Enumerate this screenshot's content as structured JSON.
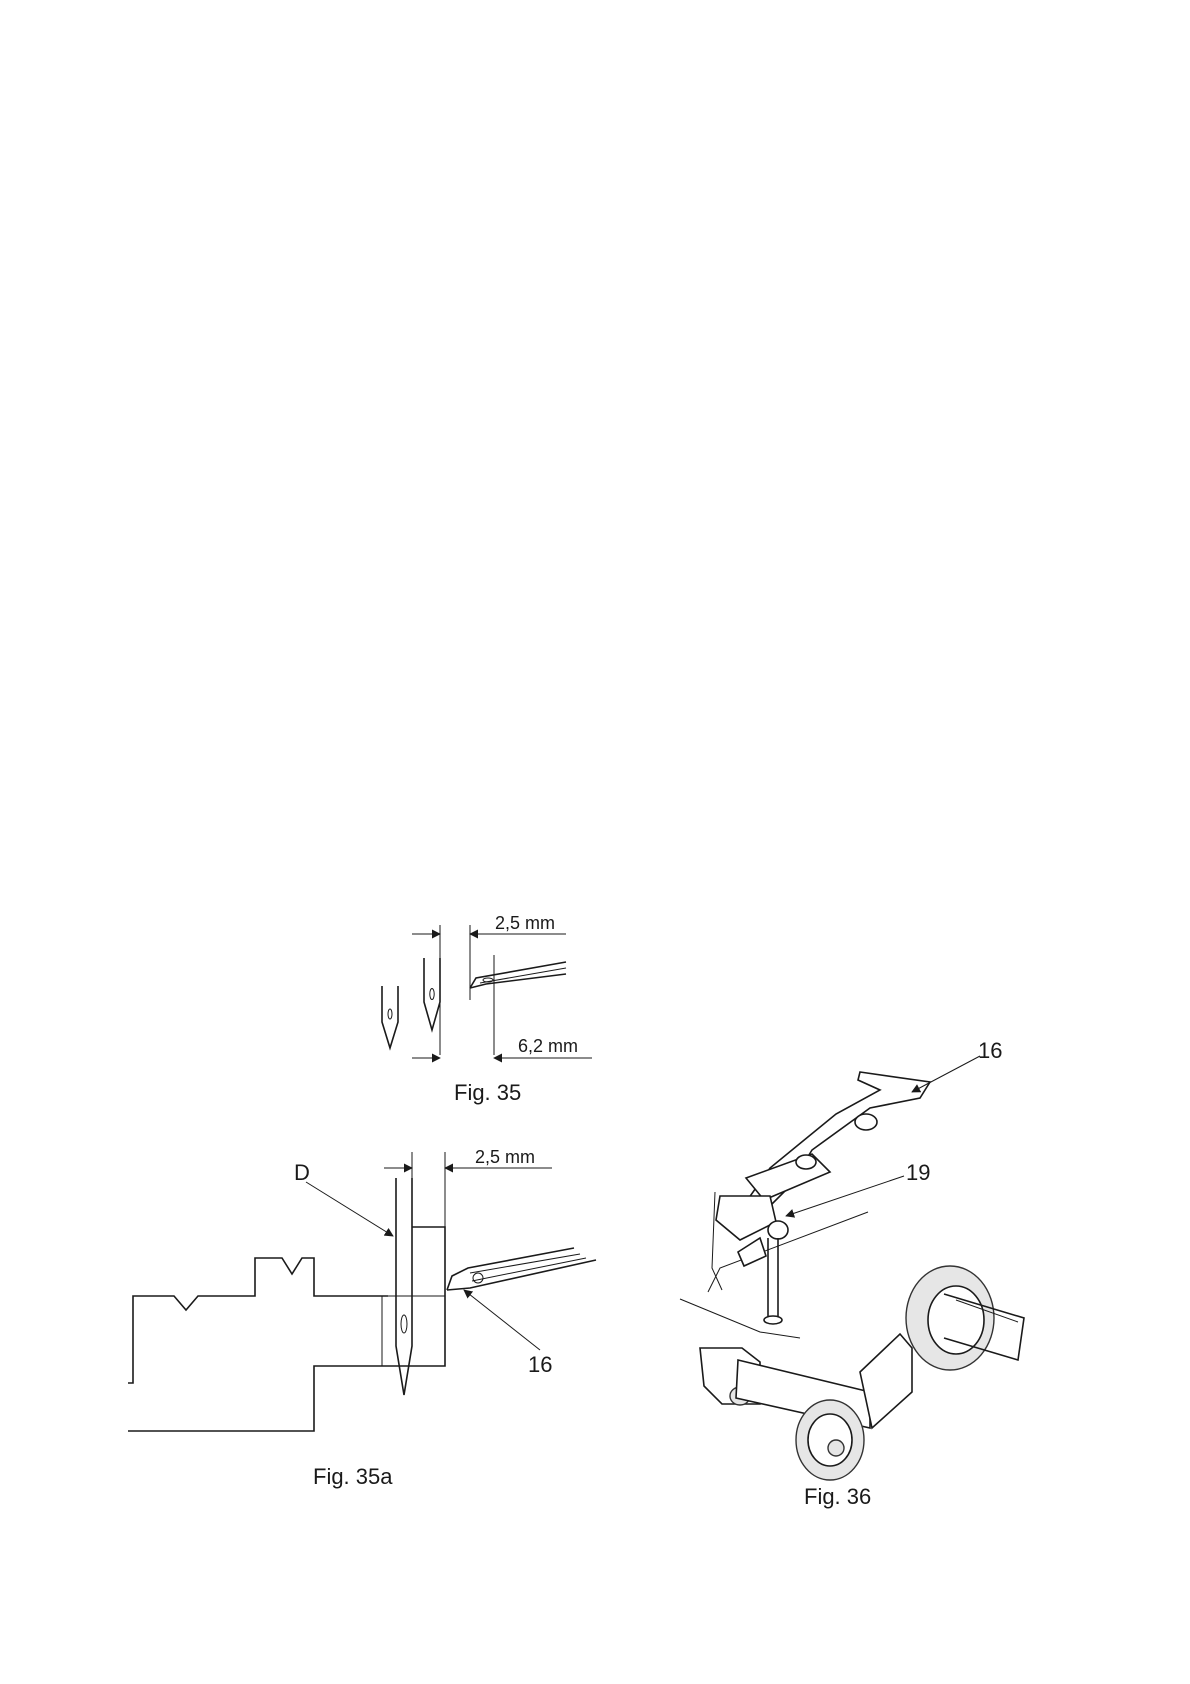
{
  "figures": {
    "fig35": {
      "caption": "Fig. 35",
      "dim_top": "2,5 mm",
      "dim_bottom": "6,2 mm"
    },
    "fig35a": {
      "caption": "Fig. 35a",
      "dim_top": "2,5 mm",
      "label_needle": "D",
      "label_hook": "16"
    },
    "fig36": {
      "caption": "Fig. 36",
      "label_looper": "16",
      "label_screw": "19"
    }
  }
}
